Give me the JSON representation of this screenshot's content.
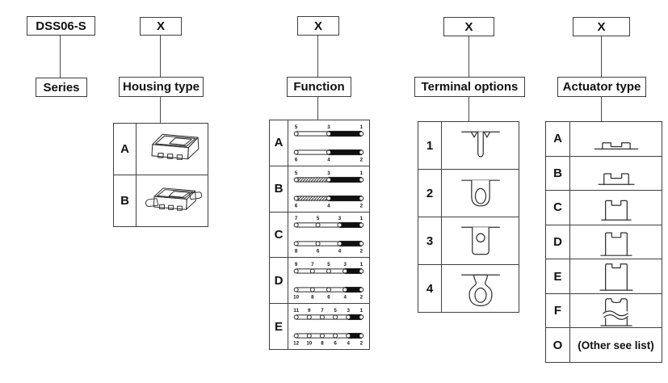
{
  "colors": {
    "line": "#2e2e2e",
    "background": "#ffffff",
    "text": "#111111"
  },
  "series": {
    "code": "DSS06-S",
    "label": "Series"
  },
  "housing": {
    "code": "X",
    "label": "Housing type",
    "rows": [
      {
        "key": "A",
        "icon": "slide-switch-body-plain"
      },
      {
        "key": "B",
        "icon": "slide-switch-body-flanged"
      }
    ]
  },
  "function": {
    "code": "X",
    "label": "Function",
    "rows": [
      {
        "key": "A",
        "top_pins": [
          "5",
          "3",
          "1"
        ],
        "bottom_pins": [
          "6",
          "4",
          "2"
        ],
        "top_segments": [
          "open",
          "closed"
        ],
        "bottom_segments": [
          "open",
          "closed"
        ]
      },
      {
        "key": "B",
        "top_pins": [
          "5",
          "3",
          "1"
        ],
        "bottom_pins": [
          "6",
          "4",
          "2"
        ],
        "top_segments": [
          "hatched",
          "closed"
        ],
        "bottom_segments": [
          "hatched",
          "closed"
        ]
      },
      {
        "key": "C",
        "top_pins": [
          "7",
          "5",
          "3",
          "1"
        ],
        "bottom_pins": [
          "8",
          "6",
          "4",
          "2"
        ],
        "top_segments": [
          "open",
          "open",
          "closed"
        ],
        "bottom_segments": [
          "open",
          "open",
          "closed"
        ]
      },
      {
        "key": "D",
        "top_pins": [
          "9",
          "7",
          "5",
          "3",
          "1"
        ],
        "bottom_pins": [
          "10",
          "8",
          "6",
          "4",
          "2"
        ],
        "top_segments": [
          "open",
          "open",
          "open",
          "closed"
        ],
        "bottom_segments": [
          "open",
          "open",
          "open",
          "closed"
        ]
      },
      {
        "key": "E",
        "top_pins": [
          "11",
          "9",
          "7",
          "5",
          "3",
          "1"
        ],
        "bottom_pins": [
          "12",
          "10",
          "8",
          "6",
          "4",
          "2"
        ],
        "top_segments": [
          "open",
          "open",
          "open",
          "open",
          "closed"
        ],
        "bottom_segments": [
          "open",
          "open",
          "open",
          "open",
          "closed"
        ]
      }
    ]
  },
  "terminal": {
    "code": "X",
    "label": "Terminal options",
    "rows": [
      {
        "key": "1",
        "icon": "straight-pc-pin-terminal"
      },
      {
        "key": "2",
        "icon": "round-solder-lug-terminal"
      },
      {
        "key": "3",
        "icon": "plate-round-hole-terminal"
      },
      {
        "key": "4",
        "icon": "keyhole-lug-terminal"
      }
    ]
  },
  "actuator": {
    "code": "X",
    "label": "Actuator type",
    "rows": [
      {
        "key": "A",
        "icon": "actuator-profile-low"
      },
      {
        "key": "B",
        "icon": "actuator-profile-medium-low"
      },
      {
        "key": "C",
        "icon": "actuator-profile-medium"
      },
      {
        "key": "D",
        "icon": "actuator-profile-medium-high"
      },
      {
        "key": "E",
        "icon": "actuator-profile-high"
      },
      {
        "key": "F",
        "icon": "actuator-profile-extended-break"
      },
      {
        "key": "O",
        "note": "(Other see list)"
      }
    ]
  }
}
